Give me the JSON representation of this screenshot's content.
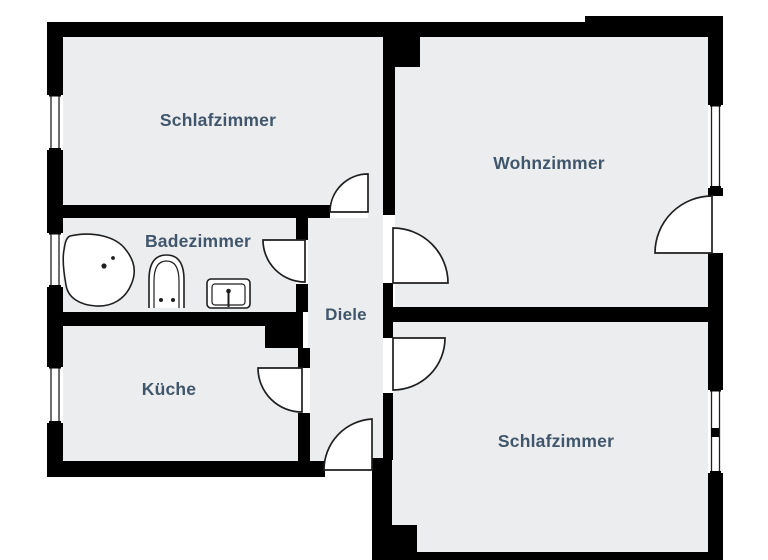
{
  "floorplan": {
    "colors": {
      "wall": "#000000",
      "floor": "#ebedef",
      "label": "#41566b",
      "outline": "#1f1f1f",
      "background": "#ffffff",
      "fixture_fill": "#ffffff"
    },
    "rooms": [
      {
        "id": "schlafzimmer-top",
        "label": "Schlafzimmer"
      },
      {
        "id": "wohnzimmer",
        "label": "Wohnzimmer"
      },
      {
        "id": "badezimmer",
        "label": "Badezimmer"
      },
      {
        "id": "diele",
        "label": "Diele"
      },
      {
        "id": "kueche",
        "label": "Küche"
      },
      {
        "id": "schlafzimmer-bottom",
        "label": "Schlafzimmer"
      }
    ],
    "fixtures": [
      {
        "id": "bathtub"
      },
      {
        "id": "toilet"
      },
      {
        "id": "washbasin"
      }
    ]
  }
}
